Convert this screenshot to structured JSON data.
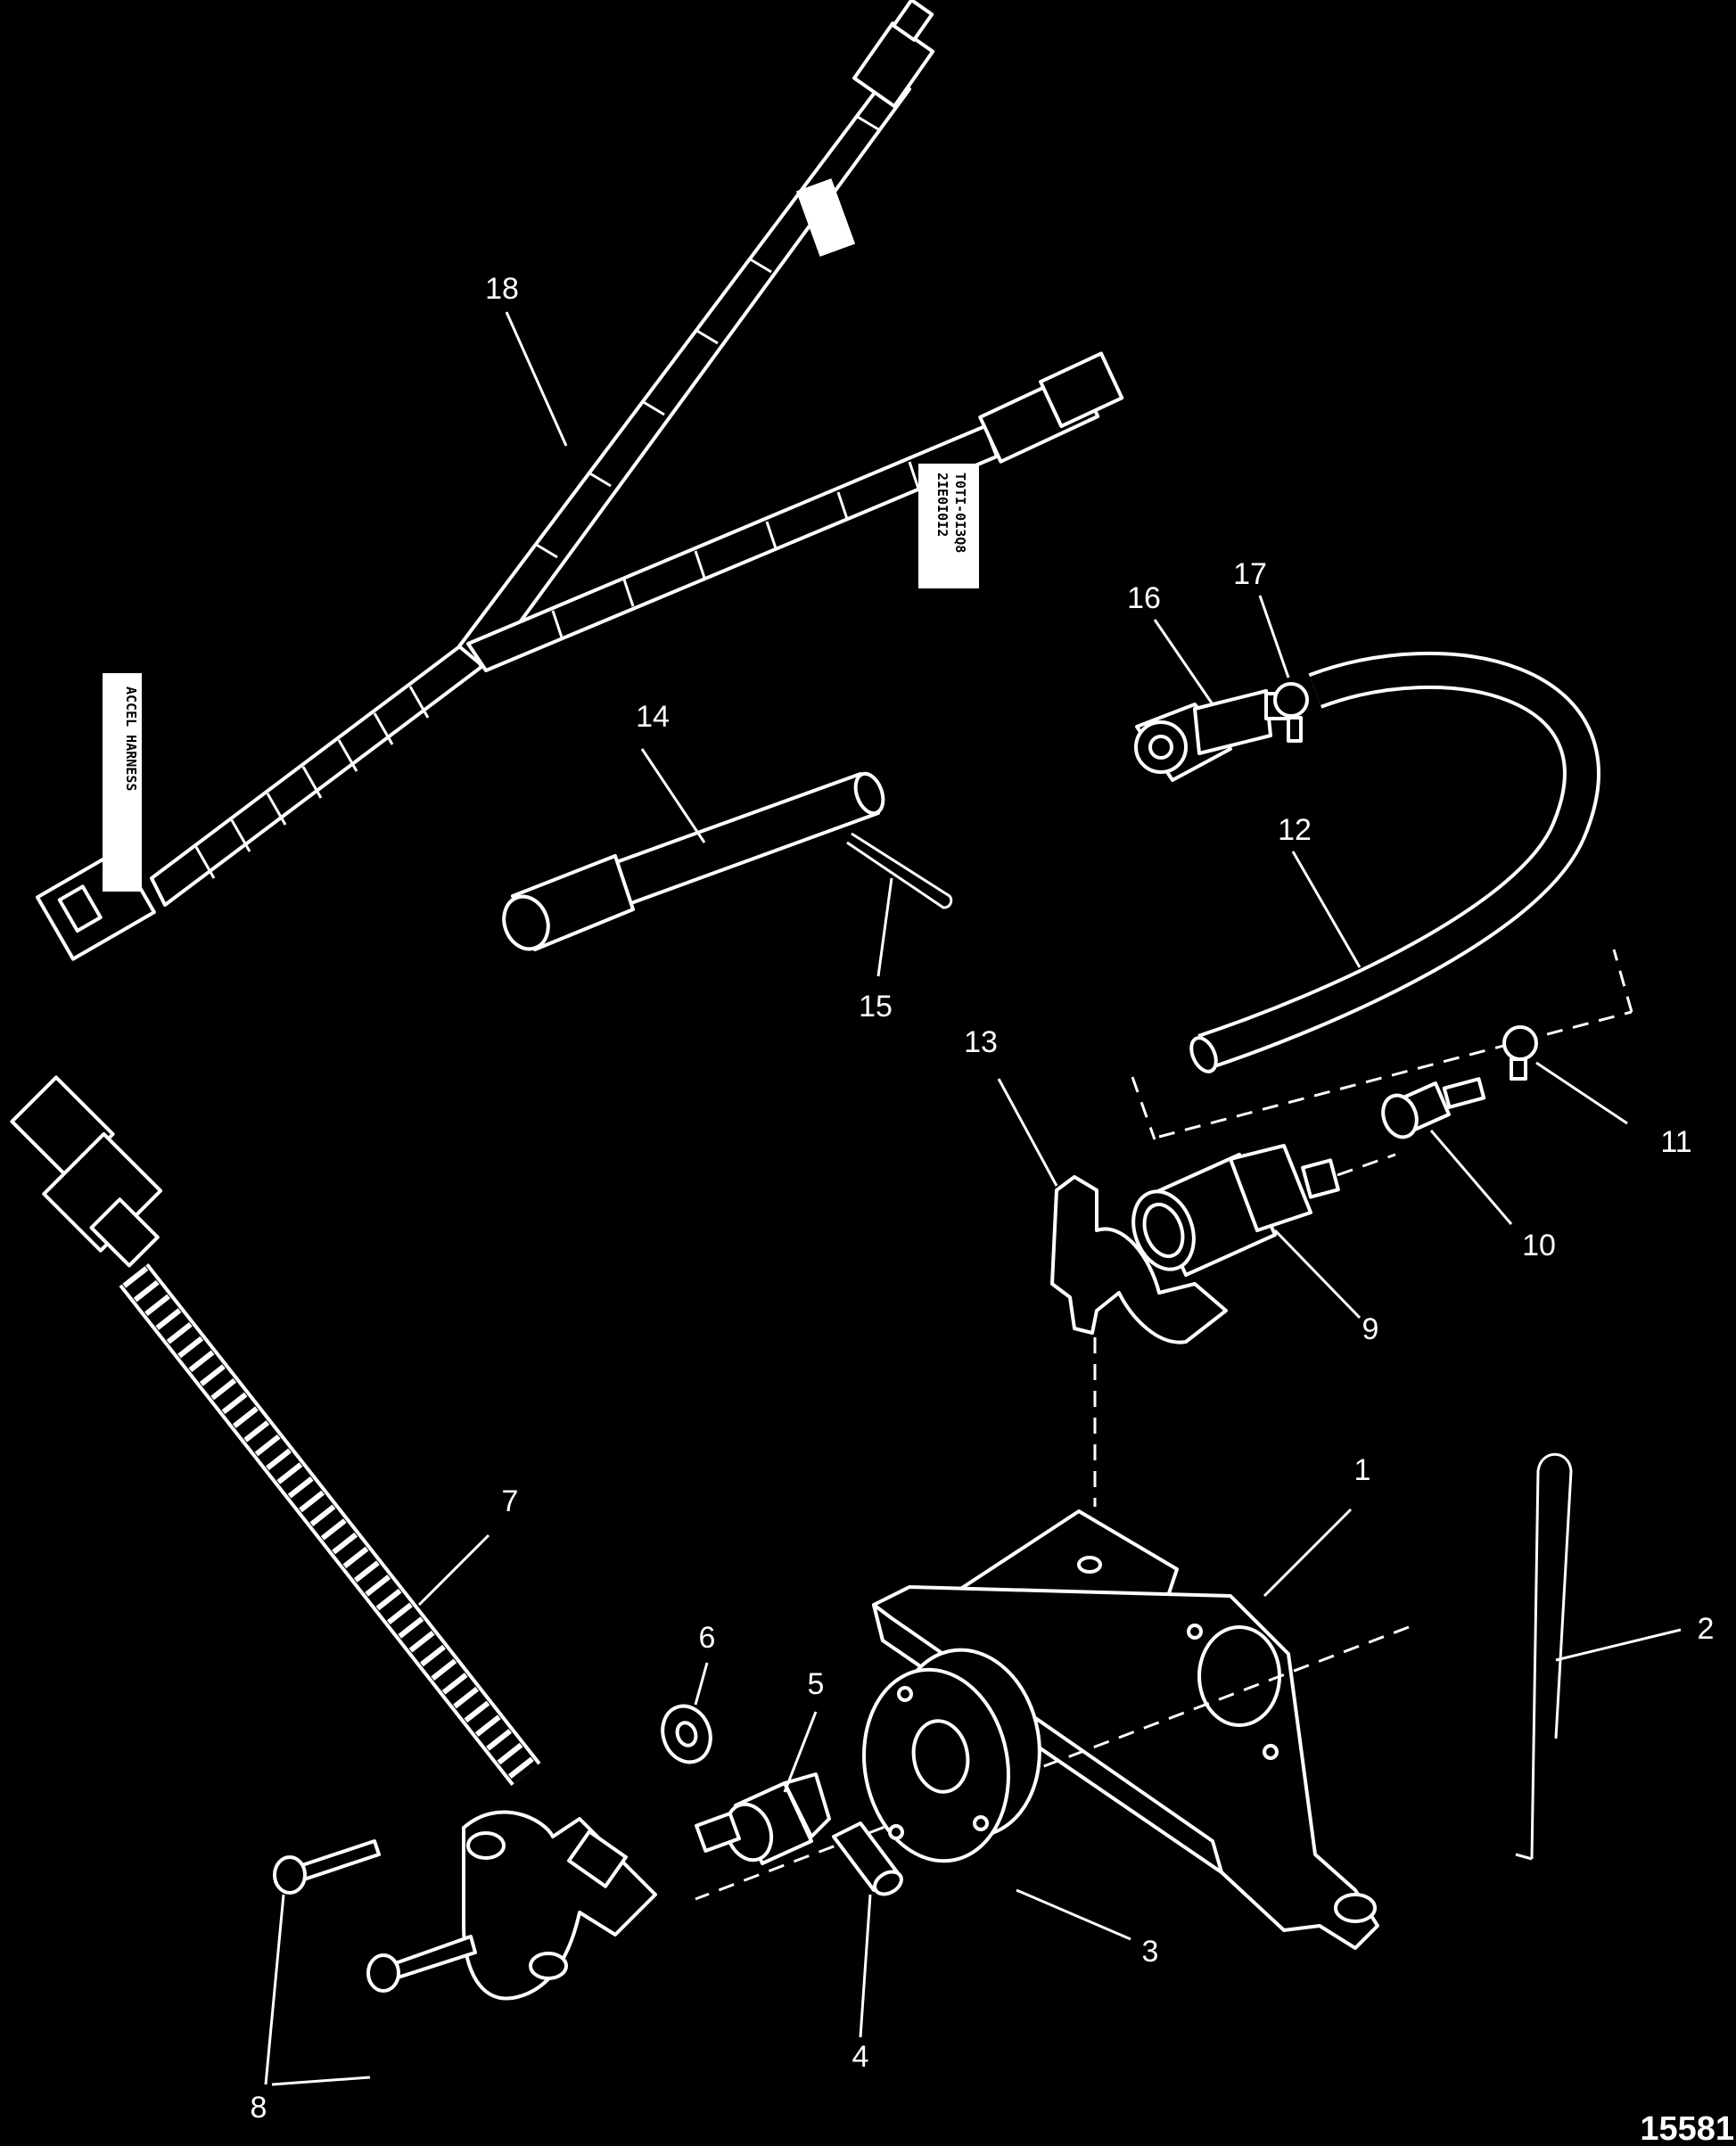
{
  "figure_number": "15581",
  "callouts": [
    {
      "id": "c1",
      "text": "1"
    },
    {
      "id": "c2",
      "text": "2"
    },
    {
      "id": "c3",
      "text": "3"
    },
    {
      "id": "c4",
      "text": "4"
    },
    {
      "id": "c5",
      "text": "5"
    },
    {
      "id": "c6",
      "text": "6"
    },
    {
      "id": "c7",
      "text": "7"
    },
    {
      "id": "c8",
      "text": "8"
    },
    {
      "id": "c9",
      "text": "9"
    },
    {
      "id": "c10",
      "text": "10"
    },
    {
      "id": "c11",
      "text": "11"
    },
    {
      "id": "c12",
      "text": "12"
    },
    {
      "id": "c13",
      "text": "13"
    },
    {
      "id": "c14",
      "text": "14"
    },
    {
      "id": "c15",
      "text": "15"
    },
    {
      "id": "c16",
      "text": "16"
    },
    {
      "id": "c17",
      "text": "17"
    },
    {
      "id": "c18",
      "text": "18"
    }
  ],
  "harness_tags": {
    "main_tag": "ACCEL HARNESS",
    "branch_tag_line1": "T0TI-0I3Q8",
    "branch_tag_line2": "2IE0I0I2"
  }
}
